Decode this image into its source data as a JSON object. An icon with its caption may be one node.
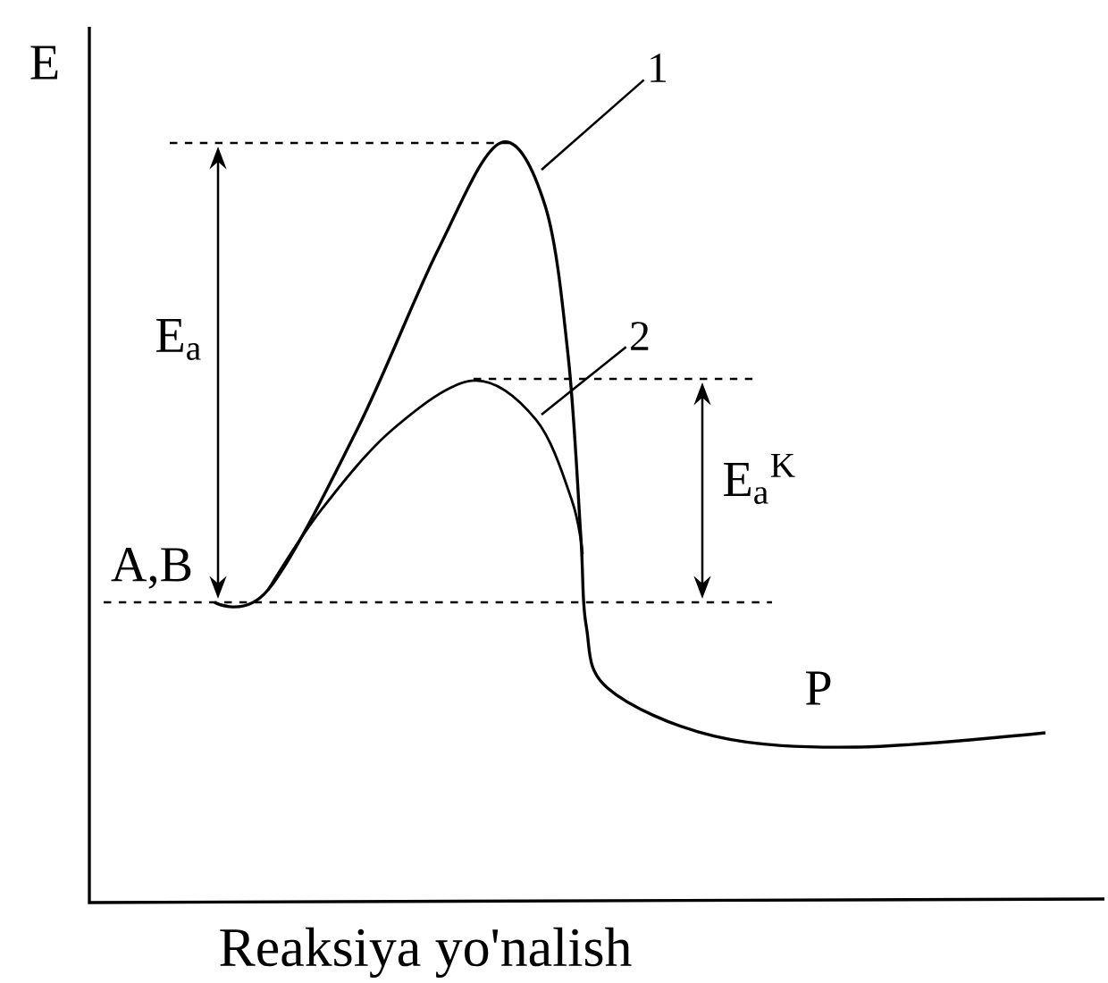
{
  "diagram": {
    "nodes": [
      {
        "text": [
          "1"
        ]
      },
      {
        "text": [
          "2"
        ]
      }
    ],
    "edges": [
      {
        "from": 0,
        "to": null,
        "arrow": "none"
      },
      {
        "from": 1,
        "to": null,
        "arrow": "none"
      }
    ],
    "labels": [
      "E",
      "E$_{a}$",
      "A,B",
      "E$_{a}$$^{K}$",
      "P",
      "Reaksiya yo'nalish"
    ]
  }
}
